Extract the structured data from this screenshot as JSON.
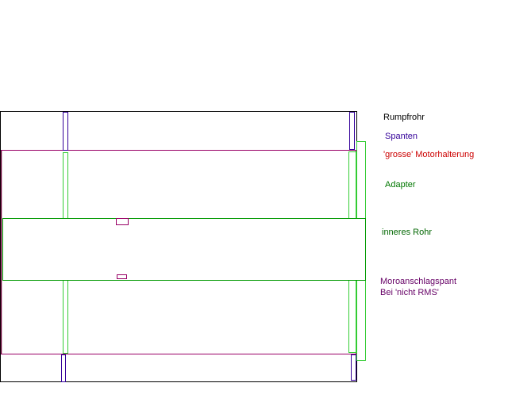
{
  "legend": {
    "rumpfrohr": {
      "text": "Rumpfrohr",
      "color": "#000000"
    },
    "spanten": {
      "text": "Spanten",
      "color": "#330099"
    },
    "motorhalterung": {
      "text": "'grosse' Motorhalterung",
      "color": "#cc0000"
    },
    "adapter": {
      "text": "Adapter",
      "color": "#007700"
    },
    "inneres_rohr": {
      "text": "inneres Rohr",
      "color": "#006600"
    },
    "anschlagspant_1": {
      "text": "Moroanschlagspant",
      "color": "#660066"
    },
    "anschlagspant_2": {
      "text": "Bei 'nicht RMS'",
      "color": "#660066"
    }
  },
  "colors": {
    "rumpfrohr": "#000000",
    "spanten": "#330099",
    "motorhalterung": "#990066",
    "adapter": "#33cc33",
    "inneres_rohr": "#009900",
    "anschlagspant": "#660033"
  }
}
